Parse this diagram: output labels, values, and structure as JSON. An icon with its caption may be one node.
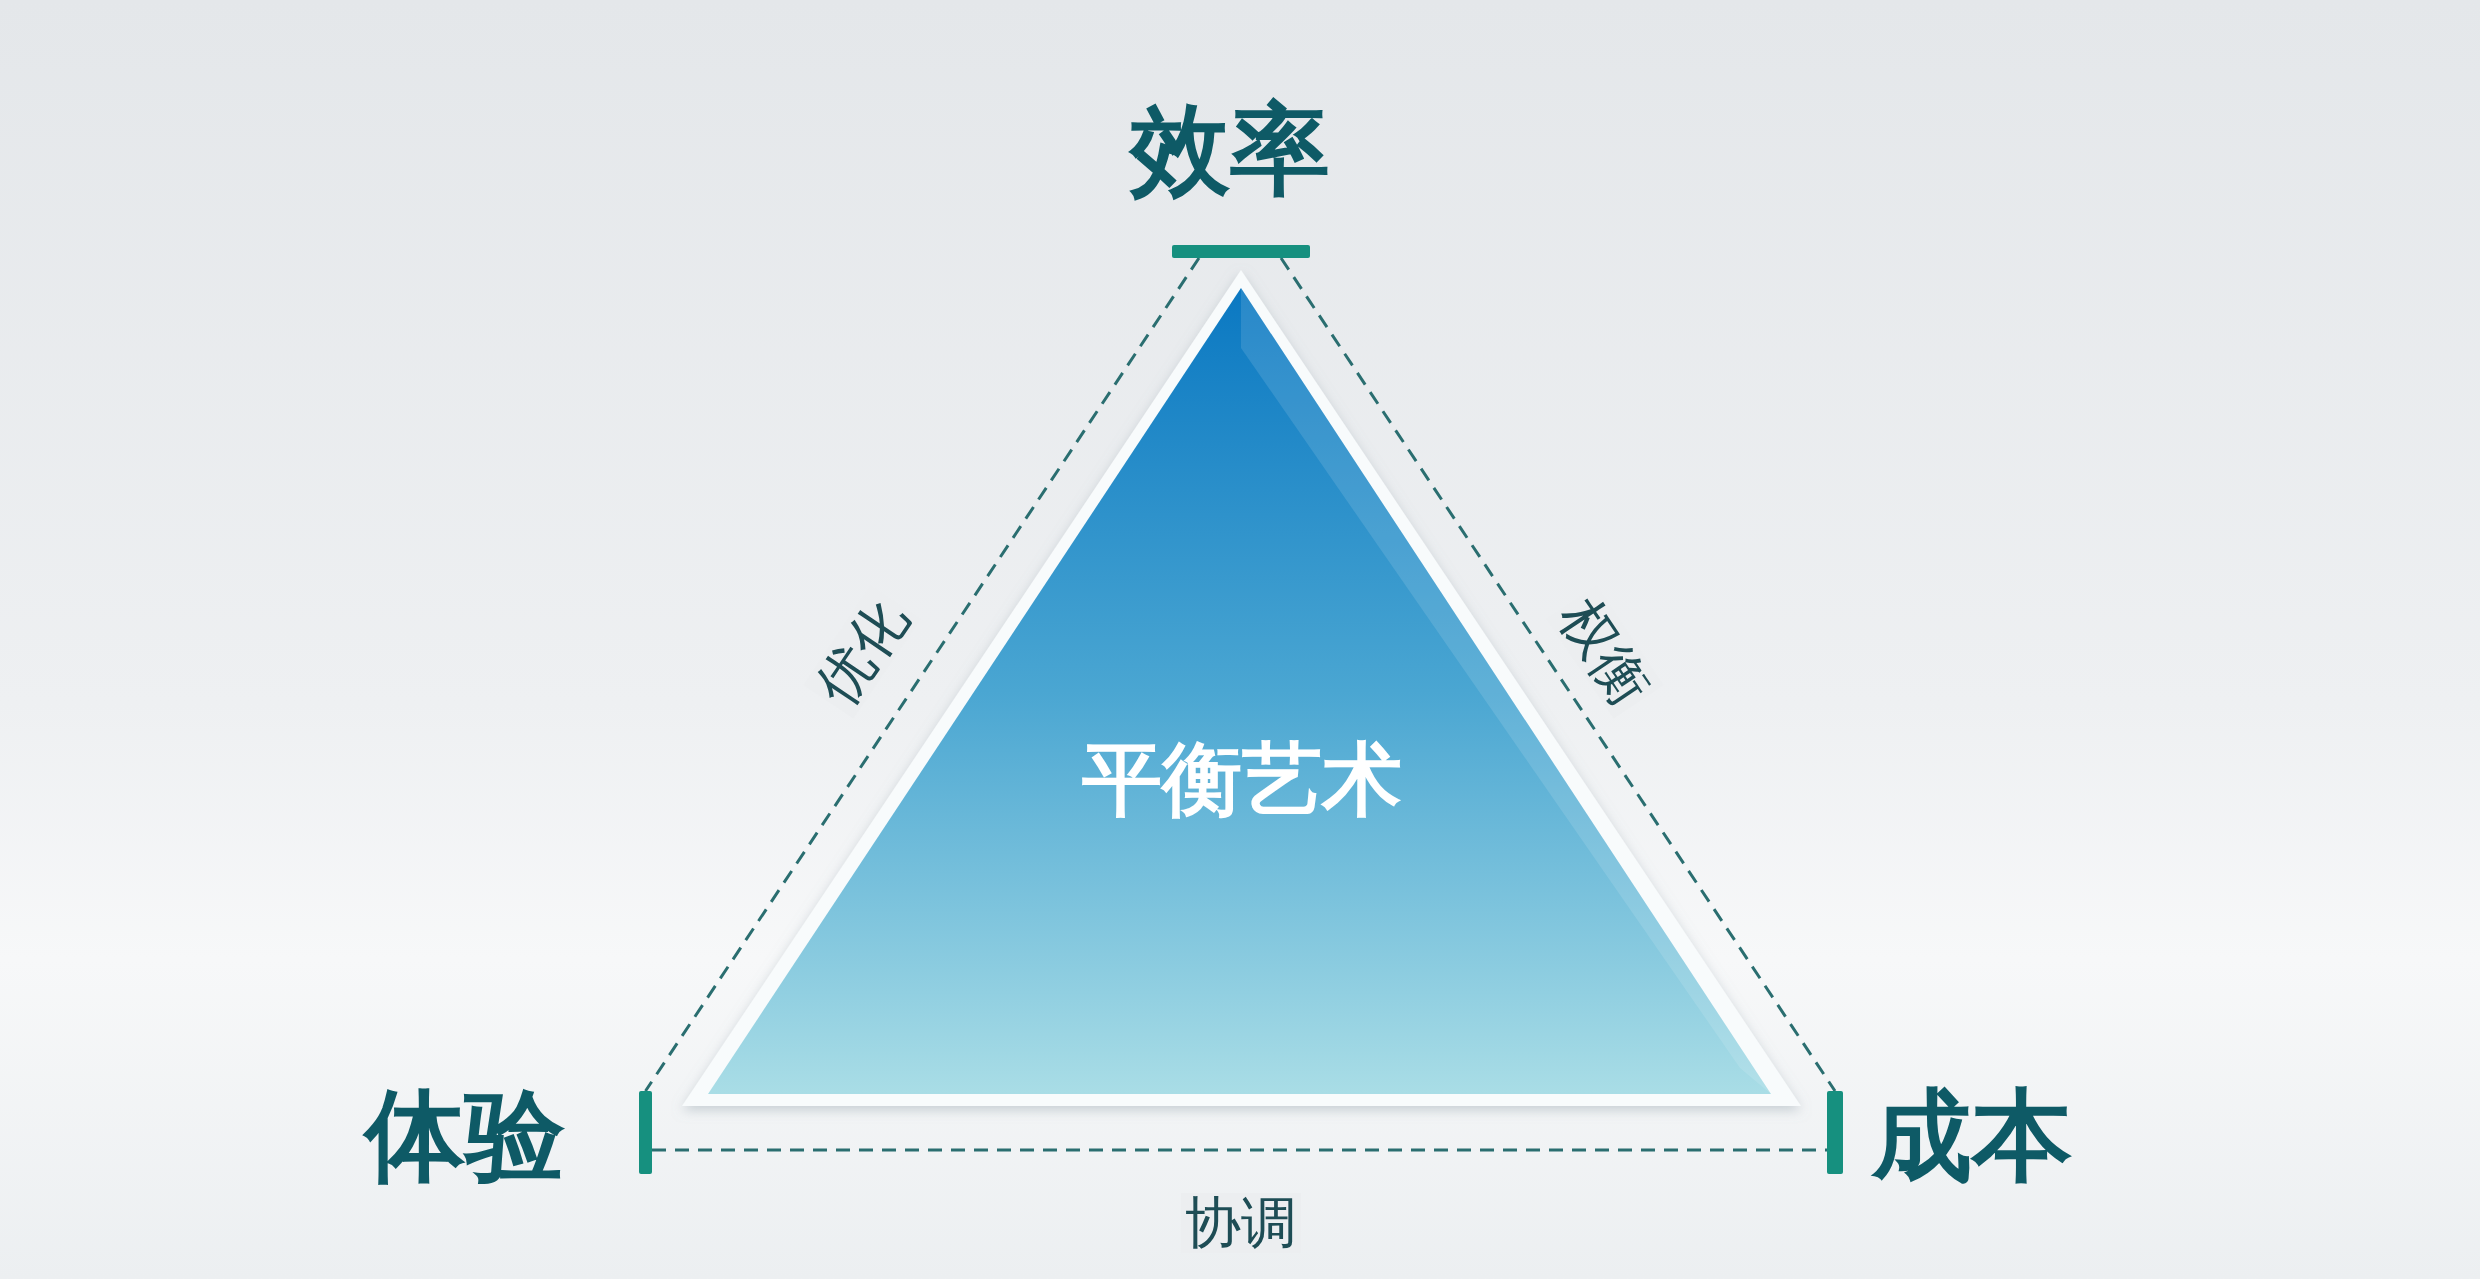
{
  "diagram": {
    "nodes": [
      {
        "text": [
          "效率"
        ]
      },
      {
        "text": [
          "体验"
        ]
      },
      {
        "text": [
          "成本"
        ]
      },
      {
        "text": [
          "平衡艺术"
        ]
      },
      {
        "text": [],
        "shape": "bar"
      },
      {
        "text": [],
        "shape": "bar"
      },
      {
        "text": [],
        "shape": "bar"
      }
    ],
    "edges": [
      {
        "from": 4,
        "to": 5,
        "arrow": "none",
        "label": "优化",
        "style": "dashed"
      },
      {
        "from": 4,
        "to": 6,
        "arrow": "none",
        "label": "权衡",
        "style": "dashed"
      },
      {
        "from": 5,
        "to": 6,
        "arrow": "none",
        "label": "协调",
        "style": "dashed"
      }
    ]
  }
}
